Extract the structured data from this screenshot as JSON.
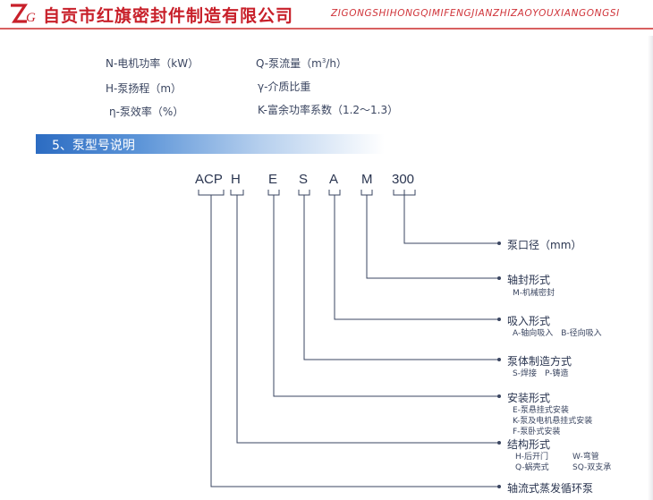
{
  "header": {
    "logo_text": "ZG",
    "company_cn": "自贡市红旗密封件制造有限公司",
    "company_pinyin": "ZIGONGSHIHONGQIMIFENGJIANZHIZAOYOUXIANGONGSI"
  },
  "legend": {
    "left": [
      "N-电机功率（kW）",
      "H-泵扬程（m）",
      "η-泵效率（%）"
    ],
    "right_q_prefix": "Q-泵流量（m",
    "right_q_sup": "3",
    "right_q_suffix": "/h）",
    "right": [
      "γ-介质比重",
      "K-富余功率系数（1.2～1.3）"
    ]
  },
  "section": {
    "title": "5、泵型号说明"
  },
  "model_code": [
    "ACP",
    "H",
    "E",
    "S",
    "A",
    "M",
    "300"
  ],
  "descriptions": [
    {
      "title": "泵口径（mm）",
      "subs": []
    },
    {
      "title": "轴封形式",
      "subs": [
        "M-机械密封"
      ]
    },
    {
      "title": "吸入形式",
      "subs": [
        "A-轴向吸入　B-径向吸入"
      ]
    },
    {
      "title": "泵体制造方式",
      "subs": [
        "S-焊接　P-铸造"
      ]
    },
    {
      "title": "安装形式",
      "subs": [
        "E-泵悬挂式安装",
        "K-泵及电机悬挂式安装",
        "F-泵卧式安装"
      ]
    },
    {
      "title": "结构形式",
      "subs": [
        "H-后开门",
        "W-弯管",
        "Q-蜗壳式",
        "SQ-双支承"
      ]
    },
    {
      "title": "轴流式蒸发循环泵",
      "subs": []
    }
  ],
  "colors": {
    "brand_red": "#c8202a",
    "section_blue": "#2c6cc2",
    "text": "#2a3550"
  }
}
